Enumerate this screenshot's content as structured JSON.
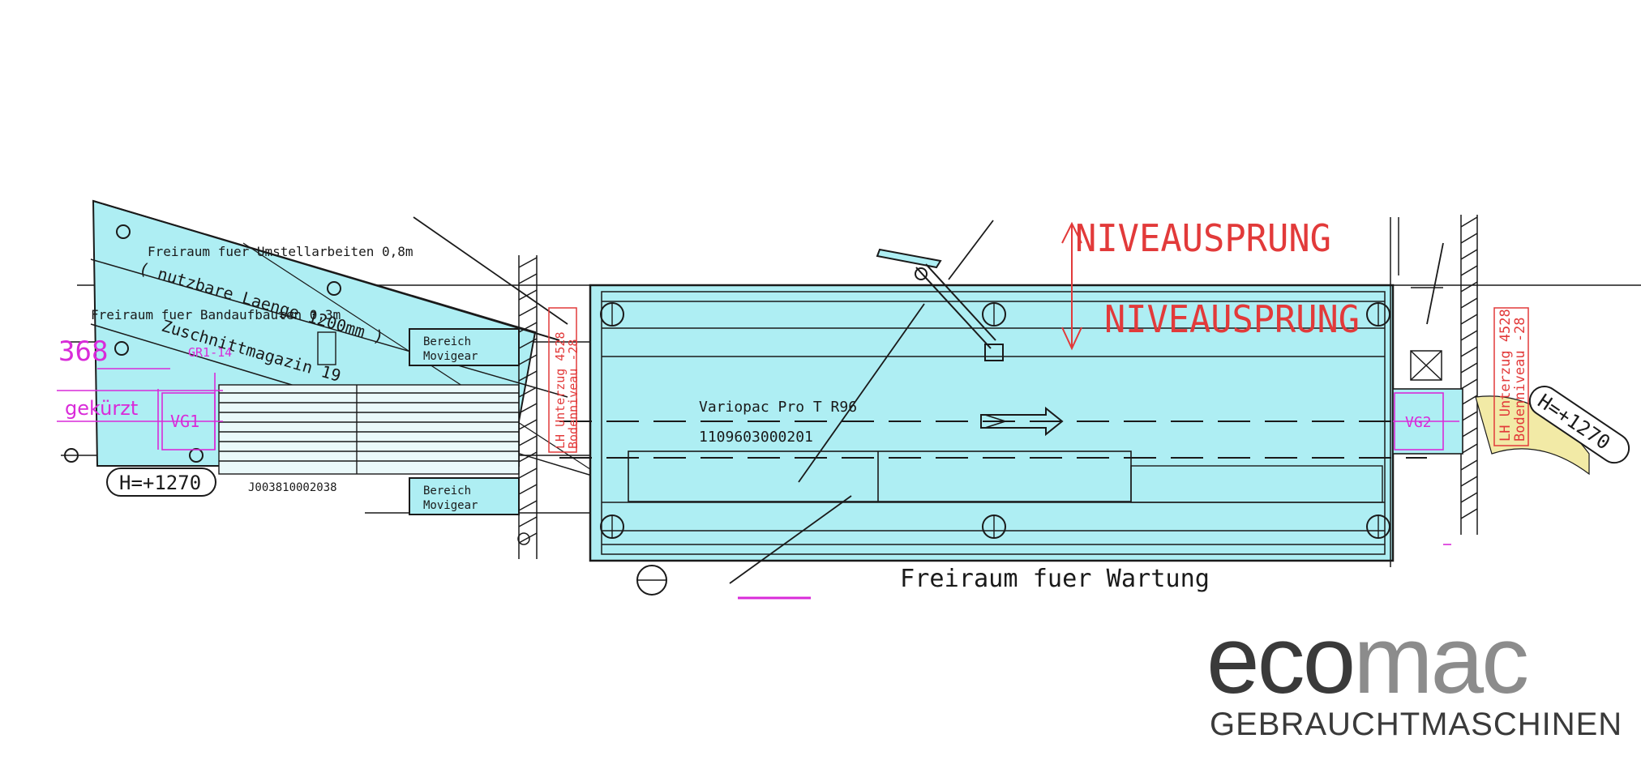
{
  "colors": {
    "fill_cyan": "#aeeef3",
    "line": "#1a1a1a",
    "red": "#e23a3a",
    "magenta": "#d92bd9",
    "yellow": "#f2eaa6",
    "logo_dark": "#3a3a3a",
    "logo_light": "#8c8c8c"
  },
  "labels": {
    "niveausprung_top": "NIVEAUSPRUNG",
    "niveausprung_mid": "NIVEAUSPRUNG",
    "freiraum_wartung": "Freiraum fuer Wartung",
    "freiraum_umstell": "Freiraum fuer Umstellarbeiten 0,8m",
    "freiraum_band": "Freiraum fuer Bandaufbauten 0,3m",
    "nutzbare": "( nutzbare Laenge 1200mm )",
    "zuschnitt": "Zuschnittmagazin 19",
    "bereich_top_1": "Bereich",
    "bereich_top_2": "Movigear",
    "bereich_bot_1": "Bereich",
    "bereich_bot_2": "Movigear",
    "machine_name": "Variopac Pro T R96",
    "machine_no": "1109603000201",
    "part_no_left": "J003810002038",
    "height_left": "H=+1270",
    "height_right": "H=+1270",
    "gekurzt": "gekürzt",
    "num_368": "368",
    "vg1": "VG1",
    "vg2": "VG2",
    "gr14": "GR1-14",
    "unterzug_left_1": "LH Unterzug 4528",
    "unterzug_left_2": "Bodenniveau -28",
    "unterzug_right_1": "LH Unterzug 4528",
    "unterzug_right_2": "Bodenniveau -28"
  },
  "logo": {
    "eco": "eco",
    "mac": "mac",
    "subtitle": "GEBRAUCHTMASCHINEN"
  }
}
